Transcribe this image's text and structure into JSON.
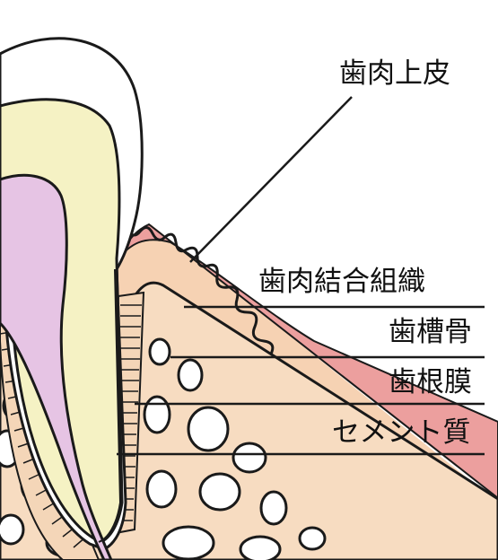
{
  "labels": {
    "gingival_epithelium": "歯肉上皮",
    "gingival_connective_tissue": "歯肉結合組織",
    "alveolar_bone": "歯槽骨",
    "periodontal_ligament": "歯根膜",
    "cementum": "セメント質"
  },
  "colors": {
    "enamel": "#ffffff",
    "dentin": "#f5f2c4",
    "pulp": "#e6c4e4",
    "gum_connective": "#f6d2b3",
    "gum_epithelium": "#ec9f9e",
    "bone": "#f7dcc1",
    "bone_cavity": "#ffffff",
    "periodontal_ligament": "#f4d6b8",
    "line": "#1a1a1a"
  }
}
